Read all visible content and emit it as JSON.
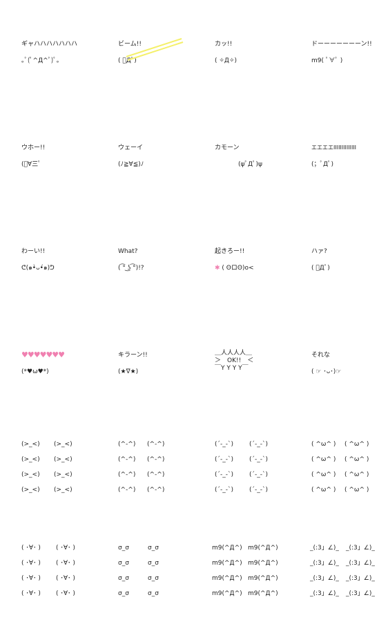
{
  "stickers": [
    {
      "title": "ギャハハハハハハハ",
      "face": "｡ﾟ(ﾟ^Д^ﾟ)ﾟ｡"
    },
    {
      "title": "ビーム!!",
      "face": "( ﾟДﾟ)"
    },
    {
      "title": "カッ!!",
      "face": "( ✧Д✧)"
    },
    {
      "title": "ドーーーーーーーン!!",
      "face": "m9( ﾟ∀ﾟ )"
    },
    {
      "title": "ウホー!!",
      "face": "(ﾟ∀三ﾟ"
    },
    {
      "title": "ウェーイ",
      "face": "(ﾉ≧∀≦)ﾉ"
    },
    {
      "title": "カモーン",
      "face": "(ψﾟДﾟ)ψ"
    },
    {
      "title": "エエエエIIIIIIIIIIIIII",
      "face": "(；ﾟДﾟ)"
    },
    {
      "title": "わーい!!",
      "face": "ᕦ(๑•̀ᴗ•́๑)ᕤ"
    },
    {
      "title": "What?",
      "face": "( ͡° ͜ʖ ͡°)!?"
    },
    {
      "title": "起きろー!!",
      "face": "( ʘロʘ)o<"
    },
    {
      "title": "ハァ?",
      "face": "( ﾟДﾟ)"
    },
    {
      "title": "♥♥♥♥♥♥♥",
      "face": "(*♥ω♥*)"
    },
    {
      "title": "キラーン!!",
      "face": "(★∇★)"
    },
    {
      "title": "＿人人人人＿\n＞　OK!!　＜\n￣Y Y Y Y￣",
      "face": ""
    },
    {
      "title": "それな",
      "face": "( ☞ ･ᴗ･)☞"
    }
  ],
  "grids": [
    {
      "face": "(>_<)"
    },
    {
      "face": "(^-^)"
    },
    {
      "face": "(´-_-`)"
    },
    {
      "face": "( ^ω^ )"
    },
    {
      "face": "( ･∀･ )"
    },
    {
      "face": "σ_σ"
    },
    {
      "face": "m9(^Д^)"
    },
    {
      "face": "_(:3」∠)_"
    }
  ],
  "colors": {
    "accent_pink": "#f080b0",
    "beam_yellow": "#f4f06a"
  }
}
